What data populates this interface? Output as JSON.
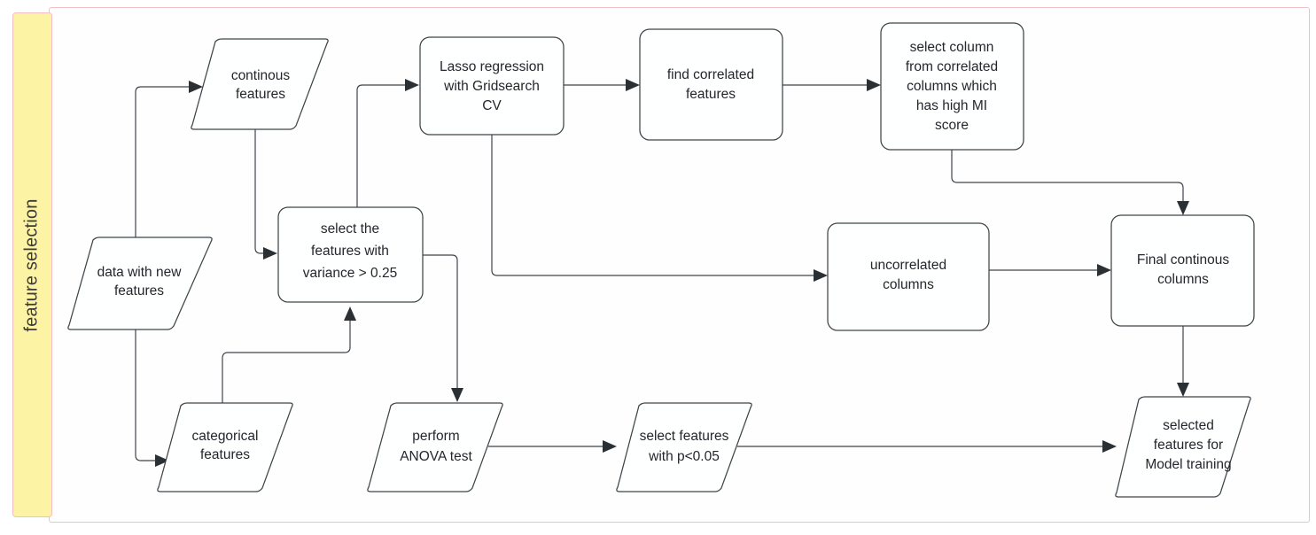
{
  "diagram": {
    "type": "flowchart",
    "swimlane_label": "feature selection",
    "colors": {
      "frame_border": "#f3bfc2",
      "swimlane_fill": "#fcf3a4",
      "node_stroke": "#3f4449",
      "node_fill": "#feffff",
      "text": "#23272c",
      "edge": "#3f4449"
    },
    "nodes": [
      {
        "id": "data-with-new-features",
        "shape": "parallelogram",
        "lines": [
          "data with new",
          "features"
        ]
      },
      {
        "id": "continous-features",
        "shape": "parallelogram",
        "lines": [
          "continous",
          "features"
        ]
      },
      {
        "id": "categorical-features",
        "shape": "parallelogram",
        "lines": [
          "categorical",
          "features"
        ]
      },
      {
        "id": "select-features-variance",
        "shape": "rounded-rect",
        "lines": [
          "select the",
          "features with",
          "variance > 0.25"
        ]
      },
      {
        "id": "lasso-regression-gridsearch-cv",
        "shape": "rounded-rect",
        "lines": [
          "Lasso regression",
          "with Gridsearch",
          "CV"
        ]
      },
      {
        "id": "find-correlated-features",
        "shape": "rounded-rect",
        "lines": [
          "find correlated",
          "features"
        ]
      },
      {
        "id": "select-column-high-mi-score",
        "shape": "rounded-rect",
        "lines": [
          "select column",
          "from correlated",
          "columns which",
          "has high MI",
          "score"
        ]
      },
      {
        "id": "uncorrelated-columns",
        "shape": "rounded-rect",
        "lines": [
          "uncorrelated",
          "columns"
        ]
      },
      {
        "id": "final-continous-columns",
        "shape": "rounded-rect",
        "lines": [
          "Final continous",
          "columns"
        ]
      },
      {
        "id": "perform-anova-test",
        "shape": "parallelogram",
        "lines": [
          "perform",
          "ANOVA test"
        ]
      },
      {
        "id": "select-features-p005",
        "shape": "parallelogram",
        "lines": [
          "select features",
          "with p<0.05"
        ]
      },
      {
        "id": "selected-features-model-training",
        "shape": "parallelogram",
        "lines": [
          "selected",
          "features for",
          "Model training"
        ]
      }
    ],
    "edges": [
      {
        "from": "data-with-new-features",
        "to": "continous-features"
      },
      {
        "from": "data-with-new-features",
        "to": "categorical-features"
      },
      {
        "from": "continous-features",
        "to": "select-features-variance"
      },
      {
        "from": "categorical-features",
        "to": "select-features-variance"
      },
      {
        "from": "select-features-variance",
        "to": "lasso-regression-gridsearch-cv"
      },
      {
        "from": "select-features-variance",
        "to": "perform-anova-test"
      },
      {
        "from": "lasso-regression-gridsearch-cv",
        "to": "find-correlated-features"
      },
      {
        "from": "lasso-regression-gridsearch-cv",
        "to": "uncorrelated-columns"
      },
      {
        "from": "find-correlated-features",
        "to": "select-column-high-mi-score"
      },
      {
        "from": "select-column-high-mi-score",
        "to": "final-continous-columns"
      },
      {
        "from": "uncorrelated-columns",
        "to": "final-continous-columns"
      },
      {
        "from": "final-continous-columns",
        "to": "selected-features-model-training"
      },
      {
        "from": "perform-anova-test",
        "to": "select-features-p005"
      },
      {
        "from": "select-features-p005",
        "to": "selected-features-model-training"
      }
    ]
  },
  "labels": {
    "swimlane": "feature selection",
    "data_with_new_features_l1": "data with new",
    "data_with_new_features_l2": "features",
    "continous_features_l1": "continous",
    "continous_features_l2": "features",
    "categorical_features_l1": "categorical",
    "categorical_features_l2": "features",
    "select_variance_l1": "select the",
    "select_variance_l2": "features with",
    "select_variance_l3": "variance > 0.25",
    "lasso_l1": "Lasso regression",
    "lasso_l2": "with Gridsearch",
    "lasso_l3": "CV",
    "find_corr_l1": "find correlated",
    "find_corr_l2": "features",
    "select_col_l1": "select column",
    "select_col_l2": "from correlated",
    "select_col_l3": "columns which",
    "select_col_l4": "has high MI",
    "select_col_l5": "score",
    "uncorrelated_l1": "uncorrelated",
    "uncorrelated_l2": "columns",
    "final_cont_l1": "Final continous",
    "final_cont_l2": "columns",
    "anova_l1": "perform",
    "anova_l2": "ANOVA test",
    "pvalue_l1": "select features",
    "pvalue_l2": "with p<0.05",
    "selected_l1": "selected",
    "selected_l2": "features for",
    "selected_l3": "Model training"
  }
}
